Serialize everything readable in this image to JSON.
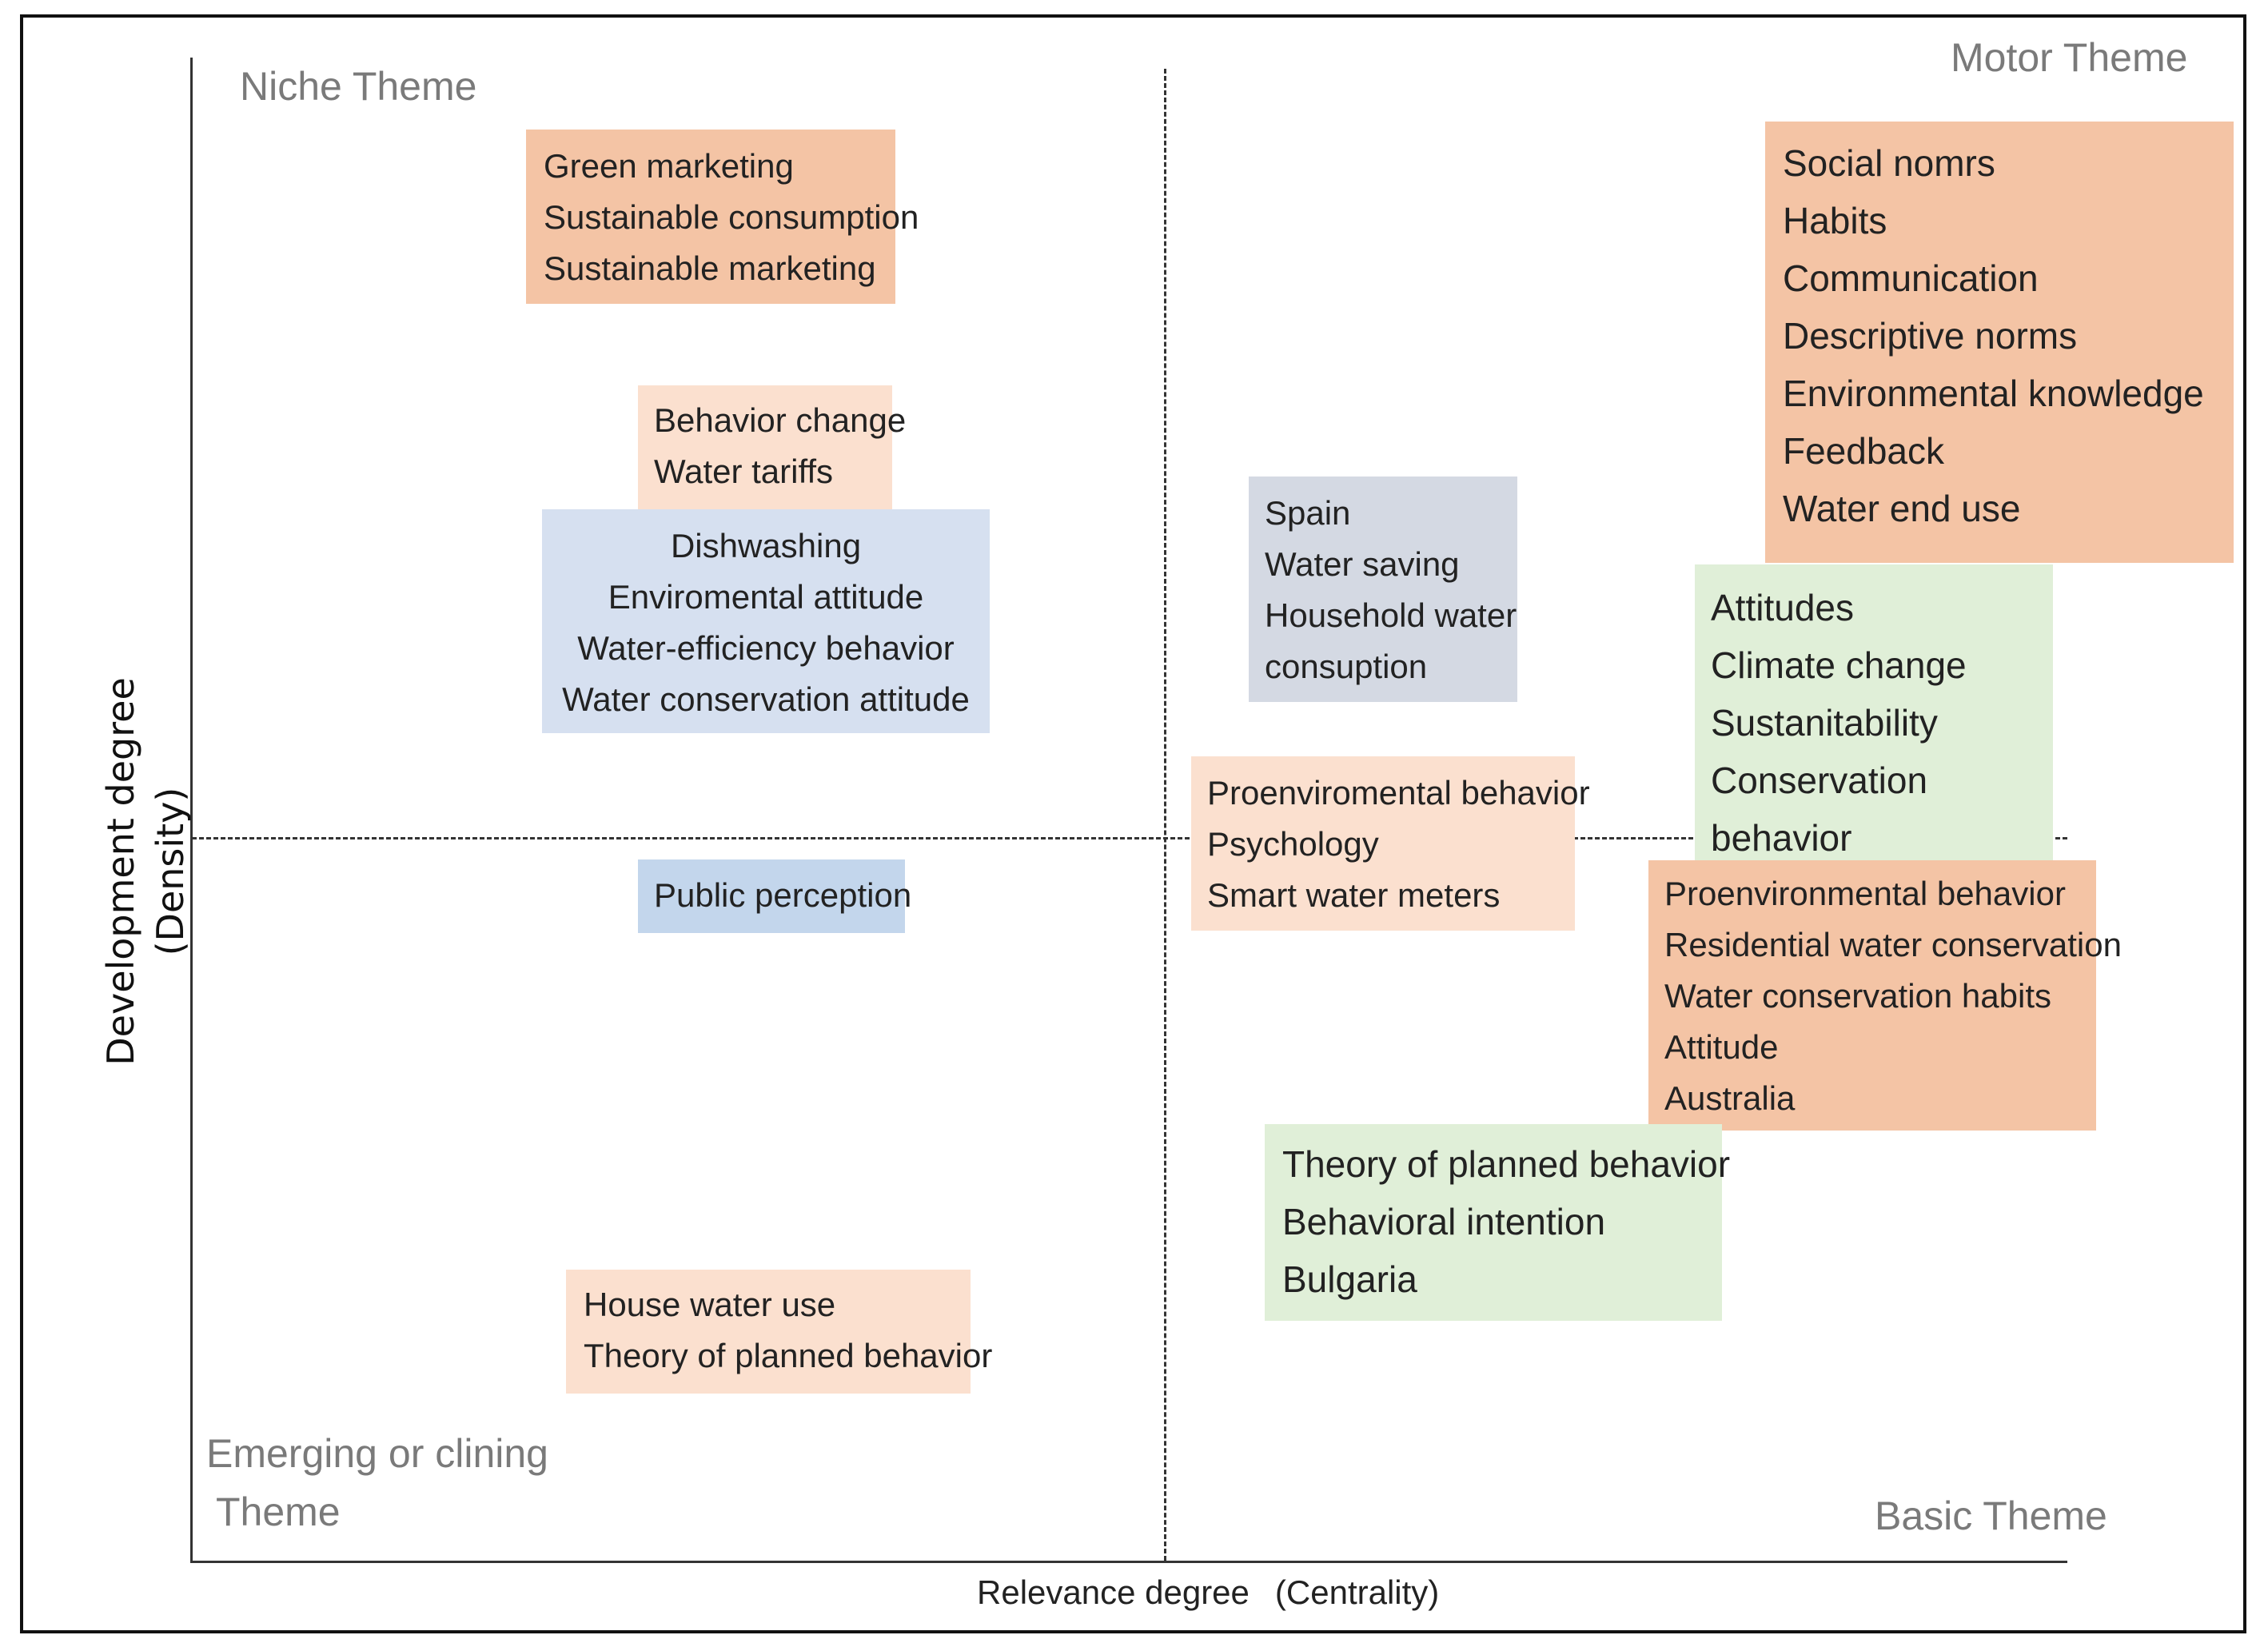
{
  "quadrants": {
    "niche": "Niche Theme",
    "motor": "Motor Theme",
    "emerging_line1": "Emerging or clining",
    "emerging_line2": "Theme",
    "basic": "Basic Theme"
  },
  "axes": {
    "y_line1": "Development degree",
    "y_line2": "(Density)",
    "x_part1": "Relevance degree",
    "x_part2": "(Centrality)"
  },
  "boxes": {
    "green_marketing": [
      "Green marketing",
      "Sustainable consumption",
      "Sustainable marketing"
    ],
    "behavior_change": [
      "Behavior change",
      "Water tariffs"
    ],
    "dishwashing": [
      "Dishwashing",
      "Enviromental attitude",
      "Water-efficiency behavior",
      "Water conservation attitude"
    ],
    "public_perception": [
      "Public perception"
    ],
    "house_water_use": [
      "House water use",
      "Theory of planned behavior"
    ],
    "spain": [
      "Spain",
      "Water saving",
      "Household water",
      "consuption"
    ],
    "proenviromental": [
      "Proenviromental behavior",
      "Psychology",
      "Smart water meters"
    ],
    "social_norms": [
      "Social nomrs",
      "Habits",
      "Communication",
      "Descriptive  norms",
      "Environmental  knowledge",
      "Feedback",
      "Water end use"
    ],
    "attitudes": [
      "Attitudes",
      "Climate change",
      "Sustanitability",
      "Conservation",
      "behavior"
    ],
    "proenvironmental": [
      "Proenvironmental behavior",
      "Residential water conservation",
      "Water conservation habits",
      "Attitude",
      "Australia"
    ],
    "tpb": [
      "Theory  of planned behavior",
      "Behavioral intention",
      "Bulgaria"
    ]
  },
  "colors": {
    "orange": "#f4c4a5",
    "peach": "#fbe0cf",
    "blue": "#d6e0f0",
    "slate": "#d4d9e3",
    "green": "#e0efd8",
    "light_blue": "#c3d6ec"
  }
}
